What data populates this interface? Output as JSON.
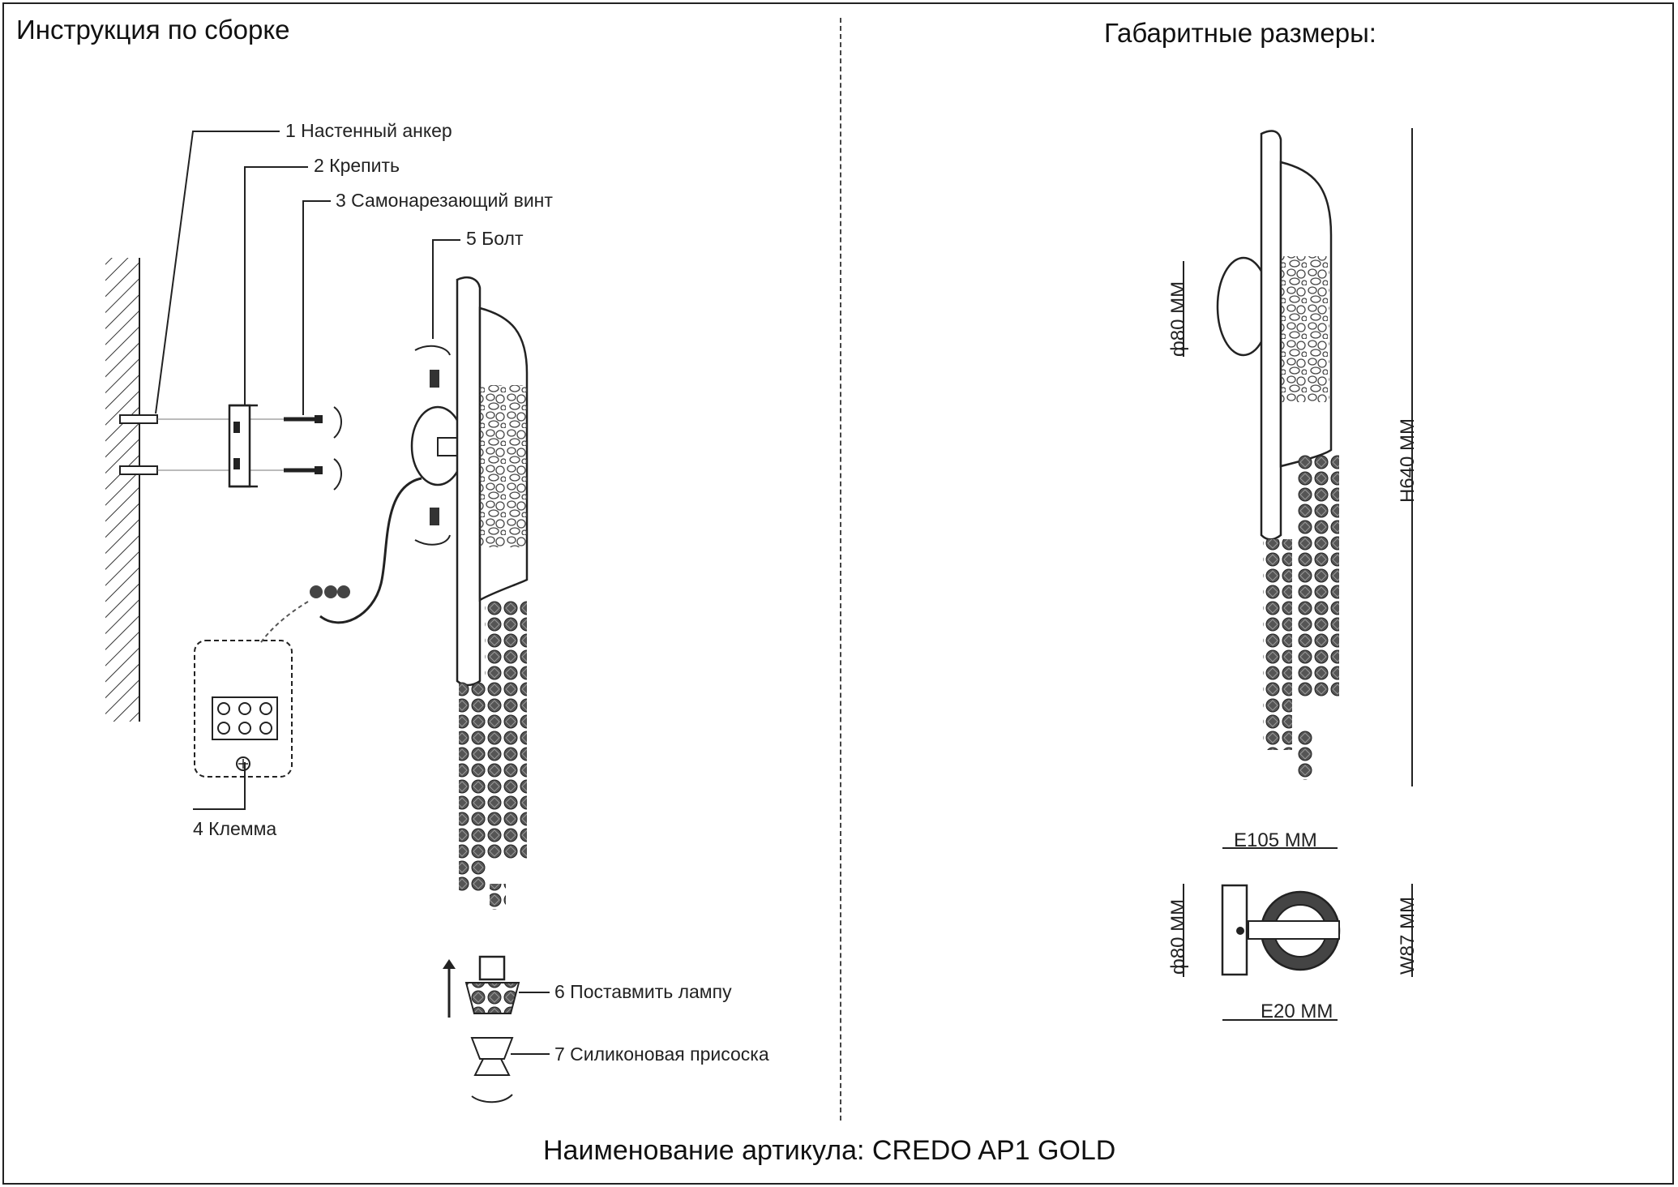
{
  "titles": {
    "assembly": "Инструкция по сборке",
    "dimensions": "Габаритные размеры:",
    "article": "Наименование артикула: CREDO AP1 GOLD"
  },
  "parts": {
    "p1": "1  Настенный анкер",
    "p2": "2  Крепить",
    "p3": "3  Самонарезающий винт",
    "p4": "4  Клемма",
    "p5": "5  Болт",
    "p6": "6  Поставмить лампу",
    "p7": "7  Силиконовая присоска"
  },
  "dimensions": {
    "base_diameter": "ф80 ММ",
    "height": "H640 ММ",
    "extension": "E105 ММ",
    "base_diameter_top": "ф80 ММ",
    "width": "W87 ММ",
    "extension_bottom": "E20 ММ"
  }
}
